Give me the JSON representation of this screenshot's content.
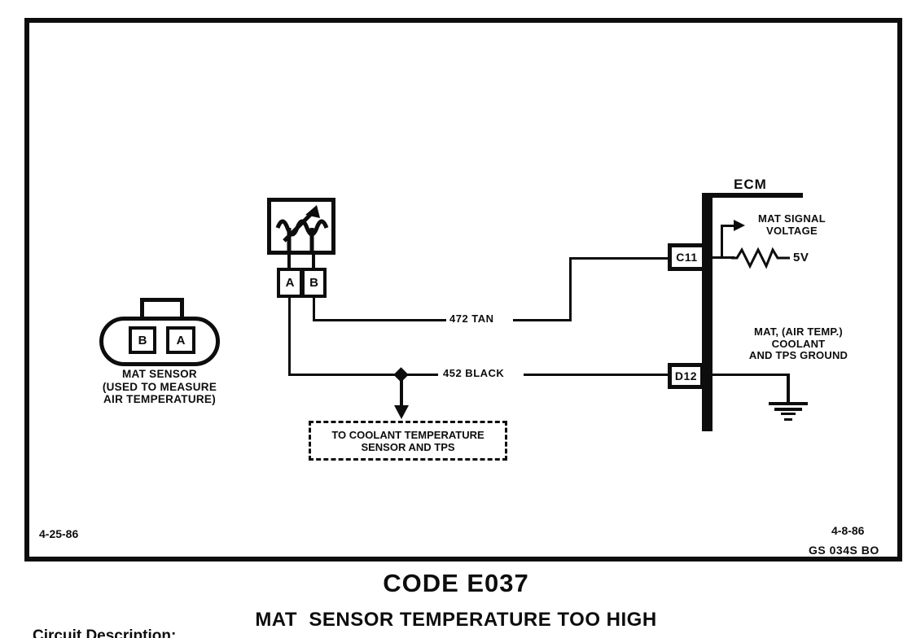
{
  "colors": {
    "ink": "#0d0d0d",
    "paper": "#ffffff"
  },
  "thermistor": {
    "pin_a": "A",
    "pin_b": "B"
  },
  "connector": {
    "pin_b": "B",
    "pin_a": "A",
    "caption_line1": "MAT SENSOR",
    "caption_line2": "(USED TO MEASURE",
    "caption_line3": "AIR TEMPERATURE)"
  },
  "wires": {
    "tan": "472 TAN",
    "black": "452 BLACK"
  },
  "note_box": {
    "line1": "TO COOLANT TEMPERATURE",
    "line2": "SENSOR AND TPS"
  },
  "ecm": {
    "label": "ECM",
    "pin_c11": "C11",
    "pin_d12": "D12",
    "signal_line1": "MAT SIGNAL",
    "signal_line2": "VOLTAGE",
    "supply": "5V",
    "ground_line1": "MAT, (AIR TEMP.)",
    "ground_line2": "COOLANT",
    "ground_line3": "AND TPS GROUND"
  },
  "footer": {
    "date_left": "4-25-86",
    "date_right": "4-8-86",
    "doc_code": "GS 034S BO"
  },
  "titles": {
    "code": "CODE E037",
    "subtitle": "MAT  SENSOR TEMPERATURE TOO HIGH",
    "partial_bottom": "Circuit Description:"
  }
}
